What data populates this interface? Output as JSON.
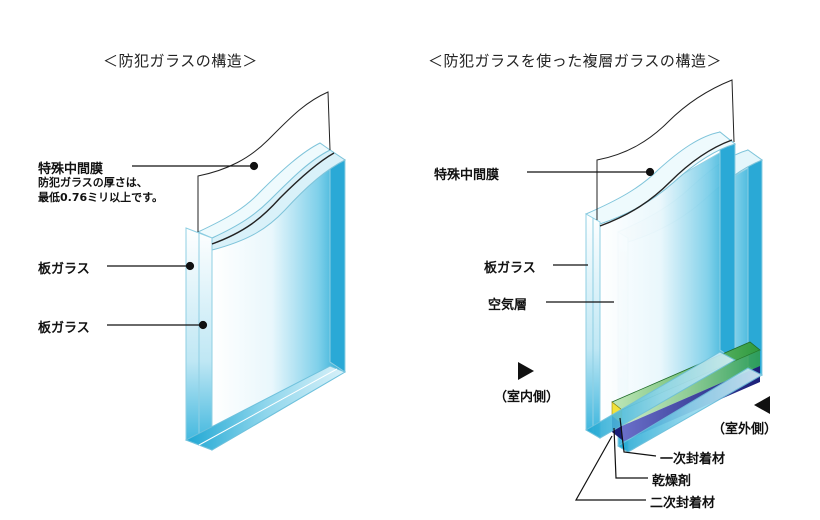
{
  "left_diagram": {
    "title": "＜防犯ガラスの構造＞",
    "labels": {
      "interlayer": "特殊中間膜",
      "note_line1": "防犯ガラスの厚さは、",
      "note_line2": "最低0.76ミリ以上です。",
      "glass_top": "板ガラス",
      "glass_bottom": "板ガラス"
    }
  },
  "right_diagram": {
    "title": "＜防犯ガラスを使った複層ガラスの構造＞",
    "labels": {
      "interlayer": "特殊中間膜",
      "glass": "板ガラス",
      "air_layer": "空気層",
      "indoor": "（室内側）",
      "outdoor": "（室外側）",
      "primary_sealant": "一次封着材",
      "desiccant": "乾燥剤",
      "secondary_sealant": "二次封着材"
    }
  },
  "colors": {
    "glass_light": "#e6f6fb",
    "glass_mid": "#7fd0ea",
    "glass_dark": "#1fa7d3",
    "spacer_green": "#2e9a3e",
    "spacer_navy": "#1b1f78",
    "desiccant_yellow": "#f2e23a"
  }
}
